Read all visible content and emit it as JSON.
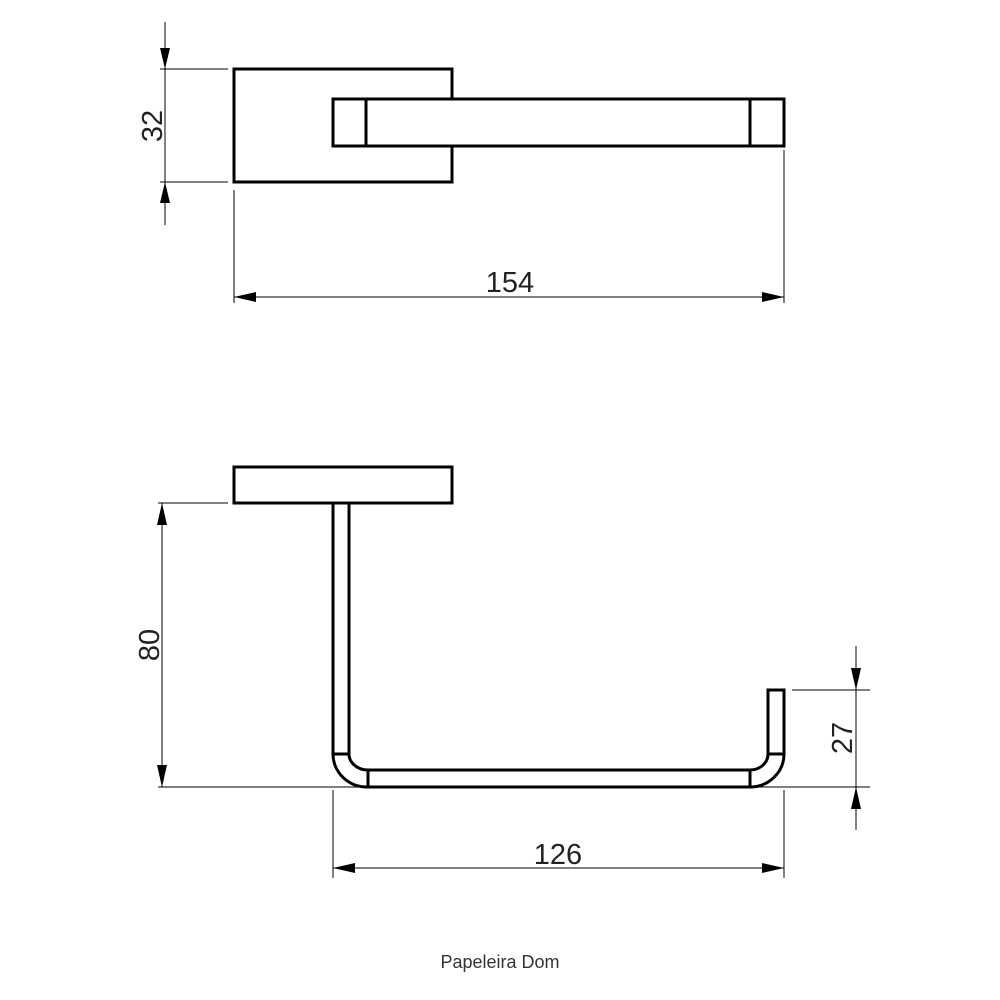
{
  "drawing": {
    "caption": "Papeleira Dom",
    "top_view": {
      "dim_height": "32",
      "dim_width": "154"
    },
    "side_view": {
      "dim_height": "80",
      "dim_lip": "27",
      "dim_width": "126"
    }
  }
}
